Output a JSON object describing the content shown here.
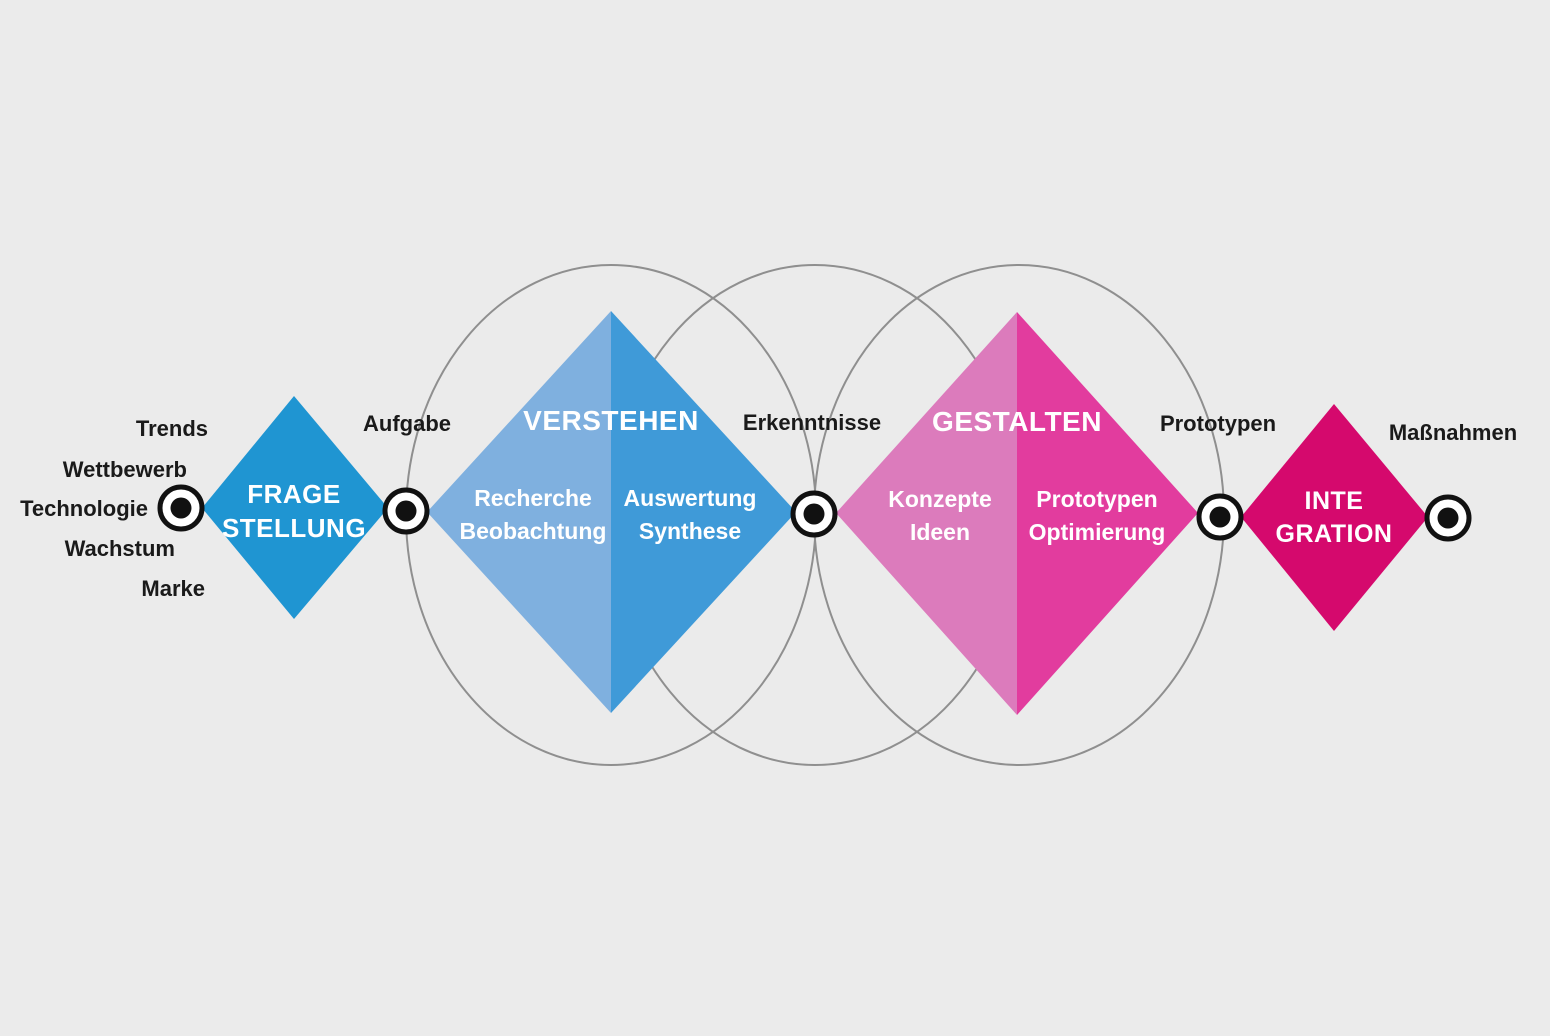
{
  "canvas": {
    "background": "#ebebeb"
  },
  "colors": {
    "stage1_diamond": "#1f95d2",
    "stage2_left": "#7fb0df",
    "stage2_right": "#3f9ad8",
    "stage3_left": "#dc7bbc",
    "stage3_right": "#e23c9e",
    "stage4_diamond": "#d5096d",
    "circle_stroke": "#8f8f8f",
    "node_ring": "#111111",
    "node_fill": "#ffffff",
    "node_dot": "#111111",
    "text_dark": "#1a1a1a",
    "text_light": "#ffffff"
  },
  "context_inputs": {
    "item1": "Trends",
    "item2": "Wettbewerb",
    "item3": "Technologie",
    "item4": "Wachstum",
    "item5": "Marke"
  },
  "milestones": {
    "aufgabe": "Aufgabe",
    "erkenntnisse": "Erkenntnisse",
    "prototypen": "Prototypen",
    "massnahmen": "Maßnahmen"
  },
  "stages": {
    "fragestellung": {
      "line1": "FRAGE",
      "line2": "STELLUNG"
    },
    "verstehen": {
      "title": "VERSTEHEN",
      "left1": "Recherche",
      "left2": "Beobachtung",
      "right1": "Auswertung",
      "right2": "Synthese"
    },
    "gestalten": {
      "title": "GESTALTEN",
      "left1": "Konzepte",
      "left2": "Ideen",
      "right1": "Prototypen",
      "right2": "Optimierung"
    },
    "integration": {
      "line1": "INTE",
      "line2": "GRATION"
    }
  }
}
